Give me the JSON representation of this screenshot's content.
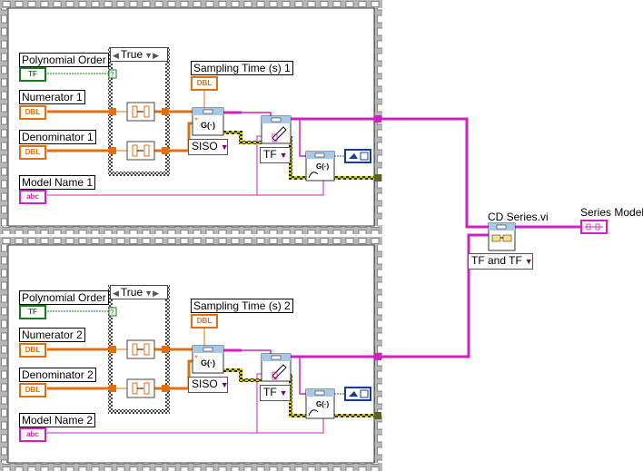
{
  "frames": [
    {
      "polynomial_order_label": "Polynomial Order",
      "polynomial_order_term": "TF",
      "numerator_label": "Numerator 1",
      "numerator_term": "DBL",
      "denominator_label": "Denominator 1",
      "denominator_term": "DBL",
      "model_name_label": "Model Name 1",
      "model_name_term": "abc",
      "sampling_time_label": "Sampling Time (s) 1",
      "sampling_time_term": "DBL",
      "case_value": "True",
      "siso_selector": "SISO",
      "tf_selector": "TF"
    },
    {
      "polynomial_order_label": "Polynomial Order",
      "polynomial_order_term": "TF",
      "numerator_label": "Numerator 2",
      "numerator_term": "DBL",
      "denominator_label": "Denominator 2",
      "denominator_term": "DBL",
      "model_name_label": "Model Name 2",
      "model_name_term": "abc",
      "sampling_time_label": "Sampling Time (s) 2",
      "sampling_time_term": "DBL",
      "case_value": "True",
      "siso_selector": "SISO",
      "tf_selector": "TF"
    }
  ],
  "series_vi": {
    "label": "CD Series.vi",
    "selector": "TF and TF"
  },
  "output": {
    "label": "Series Model"
  },
  "colors": {
    "tf_wire": "#1a7a1a",
    "dbl_wire": "#e07010",
    "string_wire": "#d020c0",
    "model_wire": "#d020c0",
    "error_wire": "#c8c000",
    "frame_border": "#c0c0c0"
  }
}
